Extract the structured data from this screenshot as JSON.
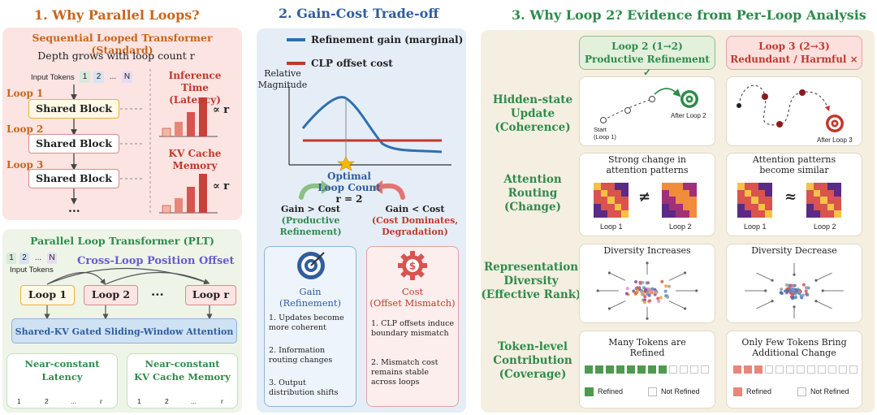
{
  "colors": {
    "accent_orange": "#c8651b",
    "accent_blue": "#2f5d9e",
    "accent_green": "#2e8b4b",
    "accent_red": "#c0392b",
    "panel_pink": "#fbe4e2",
    "panel_green": "#eef5e8",
    "panel_blue": "#e5eef7",
    "panel_beige": "#f5efe1"
  },
  "sec1": {
    "title": "1. Why Parallel Loops?",
    "seq": {
      "title": "Sequential Looped Transformer (Standard)",
      "subtitle": "Depth grows with loop count r",
      "input_label": "Input Tokens",
      "tokens": [
        "1",
        "2",
        "...",
        "N"
      ],
      "loops": [
        "Loop 1",
        "Loop 2",
        "Loop 3"
      ],
      "block": "Shared Block",
      "dots": "...",
      "inference_title": "Inference Time",
      "inference_sub": "(Latency)",
      "kv_title": "KV Cache",
      "kv_sub": "Memory",
      "prop": "∝ r"
    },
    "plt": {
      "title": "Parallel Loop Transformer (PLT)",
      "tokens": [
        "1",
        "2",
        "...",
        "N"
      ],
      "input_label": "Input Tokens",
      "offset_label": "Cross-Loop Position Offset",
      "loops": [
        "Loop 1",
        "Loop 2",
        "Loop r"
      ],
      "dots": "...",
      "attention": "Shared-KV Gated Sliding-Window Attention",
      "latency_title": "Near-constant",
      "latency_sub": "Latency",
      "memory_title": "Near-constant",
      "memory_sub": "KV Cache Memory",
      "ticks": [
        "1",
        "2",
        "...",
        "r"
      ]
    }
  },
  "sec2": {
    "title": "2. Gain-Cost Trade-off",
    "legend_gain": "Refinement gain (marginal)",
    "legend_cost": "CLP offset cost",
    "ylabel_1": "Relative",
    "ylabel_2": "Magnitude",
    "optimal_1": "Optimal",
    "optimal_2": "Loop Count",
    "optimal_3": "r = 2",
    "left_1": "Gain > Cost",
    "left_2": "(Productive",
    "left_3": "Refinement)",
    "right_1": "Gain < Cost",
    "right_2": "(Cost Dominates,",
    "right_3": "Degradation)",
    "gain_title": "Gain",
    "gain_sub": "(Refinement)",
    "gain_items": [
      "1. Updates become more coherent",
      "2. Information routing changes",
      "3. Output distribution shifts"
    ],
    "cost_title": "Cost",
    "cost_sub": "(Offset Mismatch)",
    "cost_items": [
      "1. CLP offsets induce boundary mismatch",
      "2. Mismatch cost remains stable across loops"
    ]
  },
  "sec3": {
    "title": "3. Why Loop 2?  Evidence from Per-Loop Analysis",
    "loop2_title": "Loop 2 (1→2)",
    "loop2_sub": "Productive Refinement ✓",
    "loop3_title": "Loop 3 (2→3)",
    "loop3_sub": "Redundant / Harmful ×",
    "row1": [
      "Hidden-state",
      "Update",
      "(Coherence)"
    ],
    "row2": [
      "Attention",
      "Routing",
      "(Change)"
    ],
    "row3": [
      "Representation",
      "Diversity",
      "(Effective Rank)"
    ],
    "row4": [
      "Token-level",
      "Contribution",
      "(Coverage)"
    ],
    "hs_start_1": "Start",
    "hs_start_2": "(Loop 1)",
    "hs_after2": "After Loop 2",
    "hs_after3": "After Loop 3",
    "att2_title_1": "Strong change in",
    "att2_title_2": "attention patterns",
    "att3_title_1": "Attention patterns",
    "att3_title_2": "become similar",
    "neq": "≠",
    "approx": "≈",
    "hm_loop1": "Loop 1",
    "hm_loop2": "Loop 2",
    "div2": "Diversity Increases",
    "div3": "Diversity Decrease",
    "tok2_title_1": "Many Tokens are",
    "tok2_title_2": "Refined",
    "tok3_title_1": "Only Few Tokens Bring",
    "tok3_title_2": "Additional Change",
    "refined": "Refined",
    "not_refined": "Not Refined",
    "refined_count_loop2": 8,
    "refined_count_loop3": 3,
    "token_total": 12
  }
}
